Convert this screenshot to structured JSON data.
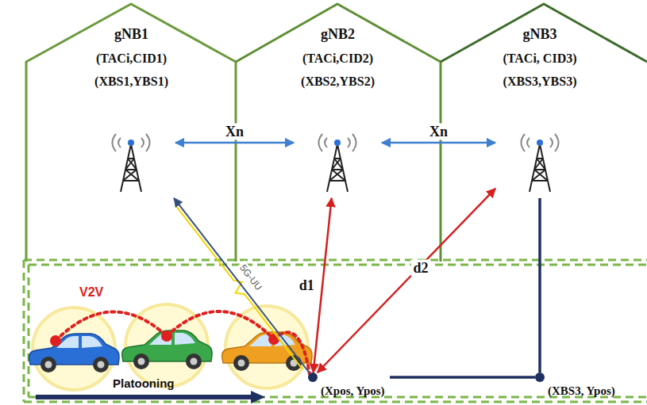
{
  "diagram": {
    "nodes": [
      {
        "text": [
          "gNB1",
          "(TACi,CID1)",
          "(XBS1,YBS1)"
        ]
      },
      {
        "text": [
          "gNB2",
          "(TACi,CID2)",
          "(XBS2,YBS2)"
        ]
      },
      {
        "text": [
          "gNB3",
          "(TACi, CID3)",
          "(XBS3,YBS3)"
        ]
      },
      {
        "text": [
          "(Xpos, Ypos)"
        ]
      },
      {
        "text": [
          "(XBS3, Ypos)"
        ]
      }
    ],
    "edges": [
      {
        "from": 0,
        "to": 1,
        "label": "Xn",
        "arrow": "both"
      },
      {
        "from": 1,
        "to": 2,
        "label": "Xn",
        "arrow": "both"
      },
      {
        "from": 3,
        "to": 0,
        "label": "5G-UU",
        "arrow": "to"
      },
      {
        "from": 3,
        "to": 1,
        "label": "d1",
        "arrow": "both"
      },
      {
        "from": 3,
        "to": 2,
        "label": "d2",
        "arrow": "both"
      },
      {
        "from": 3,
        "to": 4,
        "arrow": "none"
      },
      {
        "from": 4,
        "to": 2,
        "arrow": "none"
      }
    ],
    "labels": [
      "V2V",
      "Platooning"
    ]
  }
}
